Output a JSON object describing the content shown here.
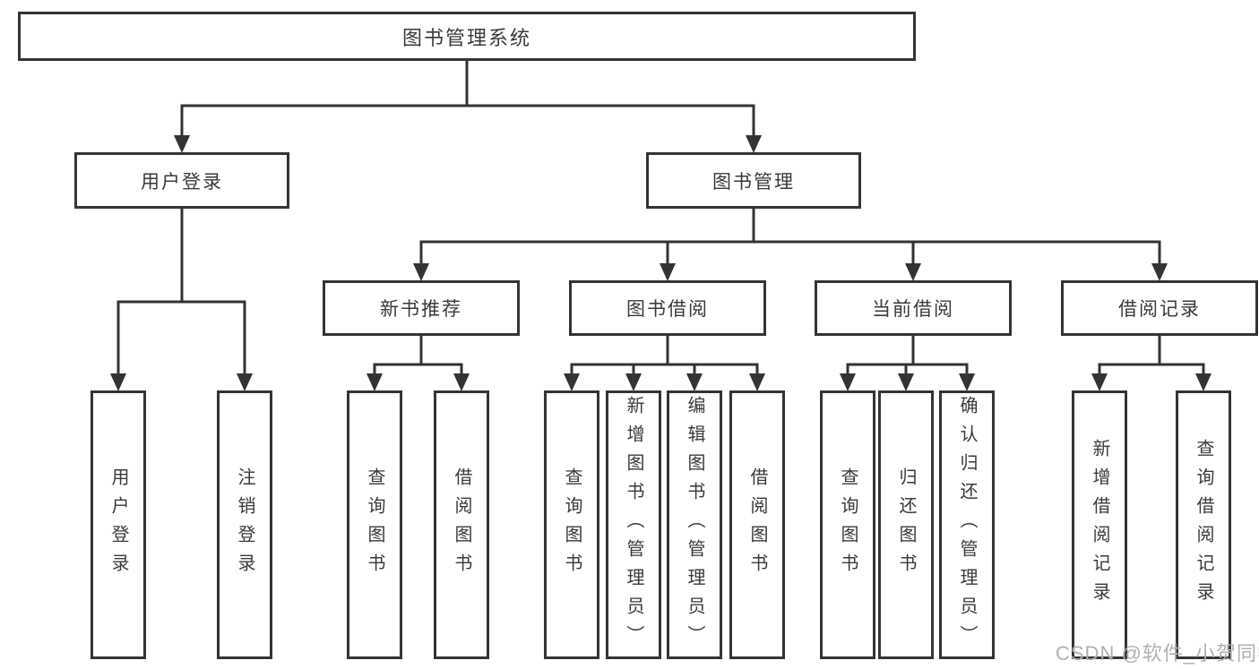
{
  "diagram": {
    "root": "图书管理系统",
    "branches": [
      {
        "label": "用户登录",
        "children": [
          "用户登录",
          "注销登录"
        ]
      },
      {
        "label": "图书管理",
        "groups": [
          {
            "label": "新书推荐",
            "children": [
              "查询图书",
              "借阅图书"
            ]
          },
          {
            "label": "图书借阅",
            "children": [
              "查询图书",
              "新增图书（管理员）",
              "编辑图书（管理员）",
              "借阅图书"
            ]
          },
          {
            "label": "当前借阅",
            "children": [
              "查询图书",
              "归还图书",
              "确认归还（管理员）"
            ]
          },
          {
            "label": "借阅记录",
            "children": [
              "新增借阅记录",
              "查询借阅记录"
            ]
          }
        ]
      }
    ]
  },
  "watermark": "CSDN @软件_小贺同学",
  "colors": {
    "line": "#333333",
    "text": "#3a3a3a",
    "watermark": "#b0b0b0",
    "background": "#ffffff"
  }
}
